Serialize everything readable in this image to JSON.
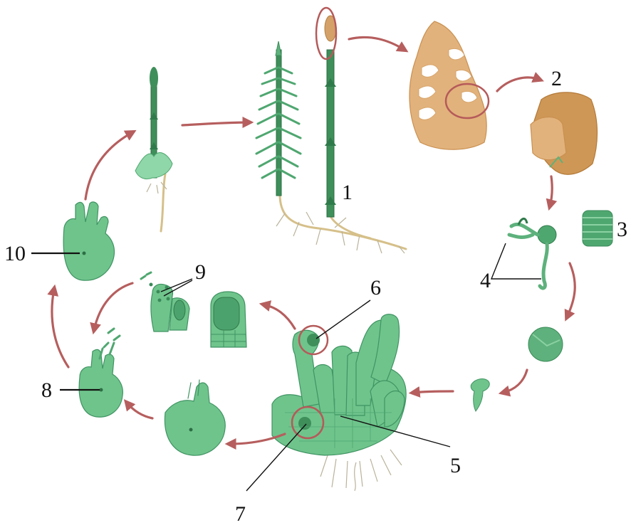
{
  "colors": {
    "plant_green": "#6fc48c",
    "stem_green": "#3e8f5a",
    "strobilus_tan": "#e2b27c",
    "arrow_red": "#b65e5e",
    "label": "#111111"
  },
  "labels": [
    "1",
    "2",
    "3",
    "4",
    "5",
    "6",
    "7",
    "8",
    "9",
    "10"
  ]
}
